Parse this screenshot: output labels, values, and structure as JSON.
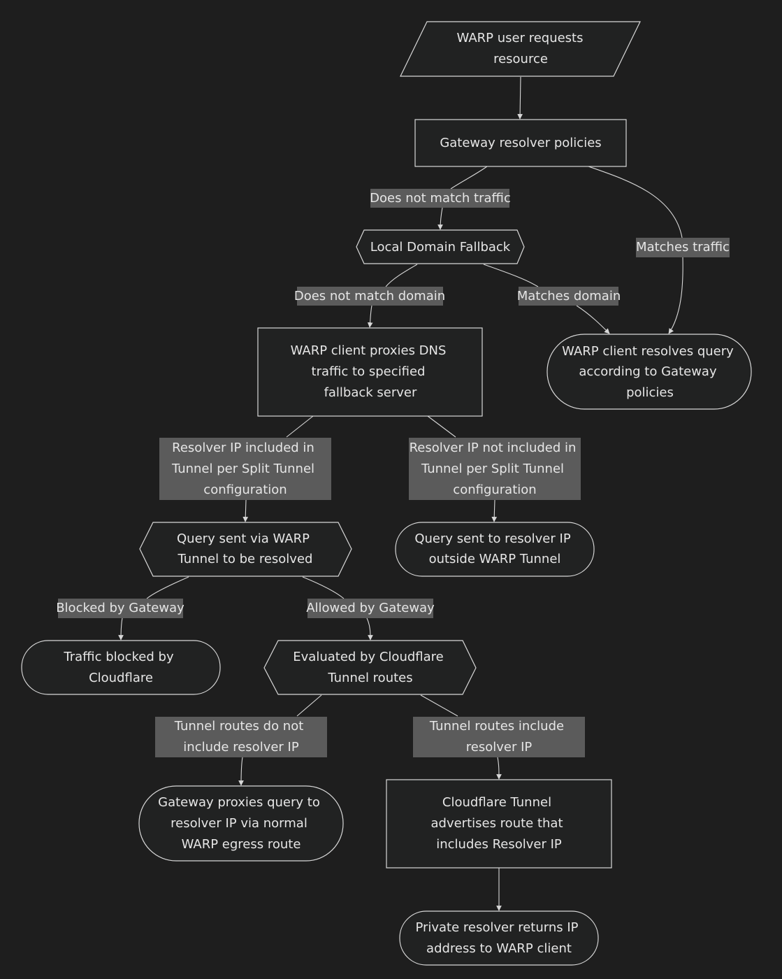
{
  "diagram": {
    "nodes": [
      {
        "id": "warp-user-requests",
        "lines": [
          "WARP user requests",
          "resource"
        ]
      },
      {
        "id": "gateway-resolver-policies",
        "lines": [
          "Gateway resolver policies"
        ]
      },
      {
        "id": "local-domain-fallback",
        "lines": [
          "Local Domain Fallback"
        ]
      },
      {
        "id": "warp-client-resolves",
        "lines": [
          "WARP client resolves query",
          "according to Gateway",
          "policies"
        ]
      },
      {
        "id": "warp-client-proxies",
        "lines": [
          "WARP client proxies DNS",
          "traffic to specified",
          "fallback server"
        ]
      },
      {
        "id": "query-via-tunnel",
        "lines": [
          "Query sent via WARP",
          "Tunnel to be resolved"
        ]
      },
      {
        "id": "query-outside-tunnel",
        "lines": [
          "Query sent to resolver IP",
          "outside WARP Tunnel"
        ]
      },
      {
        "id": "traffic-blocked",
        "lines": [
          "Traffic blocked by",
          "Cloudflare"
        ]
      },
      {
        "id": "evaluated-tunnel-routes",
        "lines": [
          "Evaluated by Cloudflare",
          "Tunnel routes"
        ]
      },
      {
        "id": "gateway-proxies-query",
        "lines": [
          "Gateway proxies query to",
          "resolver IP via normal",
          "WARP egress route"
        ]
      },
      {
        "id": "tunnel-advertises-route",
        "lines": [
          "Cloudflare Tunnel",
          "advertises route that",
          "includes Resolver IP"
        ]
      },
      {
        "id": "private-resolver-returns",
        "lines": [
          "Private resolver returns IP",
          "address to WARP client"
        ]
      }
    ],
    "edges": [
      {
        "id": "e-user-gateway",
        "label": []
      },
      {
        "id": "e-gateway-ldf",
        "label": [
          "Does not match traffic"
        ]
      },
      {
        "id": "e-gateway-resolves",
        "label": [
          "Matches traffic"
        ]
      },
      {
        "id": "e-ldf-proxies",
        "label": [
          "Does not match domain"
        ]
      },
      {
        "id": "e-ldf-resolves",
        "label": [
          "Matches domain"
        ]
      },
      {
        "id": "e-proxies-tunnel",
        "label": [
          "Resolver IP included in",
          "Tunnel per Split Tunnel",
          "configuration"
        ]
      },
      {
        "id": "e-proxies-outside",
        "label": [
          "Resolver IP not included in",
          "Tunnel per Split Tunnel",
          "configuration"
        ]
      },
      {
        "id": "e-tunnel-blocked",
        "label": [
          "Blocked by Gateway"
        ]
      },
      {
        "id": "e-tunnel-evaluated",
        "label": [
          "Allowed by Gateway"
        ]
      },
      {
        "id": "e-evaluated-gateway",
        "label": [
          "Tunnel routes do not",
          "include resolver IP"
        ]
      },
      {
        "id": "e-evaluated-advertises",
        "label": [
          "Tunnel routes include",
          "resolver IP"
        ]
      },
      {
        "id": "e-advertises-private",
        "label": []
      }
    ],
    "colors": {
      "background": "#1e1e1e",
      "node_fill": "#212222",
      "node_stroke": "#d8d8d8",
      "edge_label_bg": "#5b5b5b",
      "text": "#e6e6e6"
    }
  }
}
